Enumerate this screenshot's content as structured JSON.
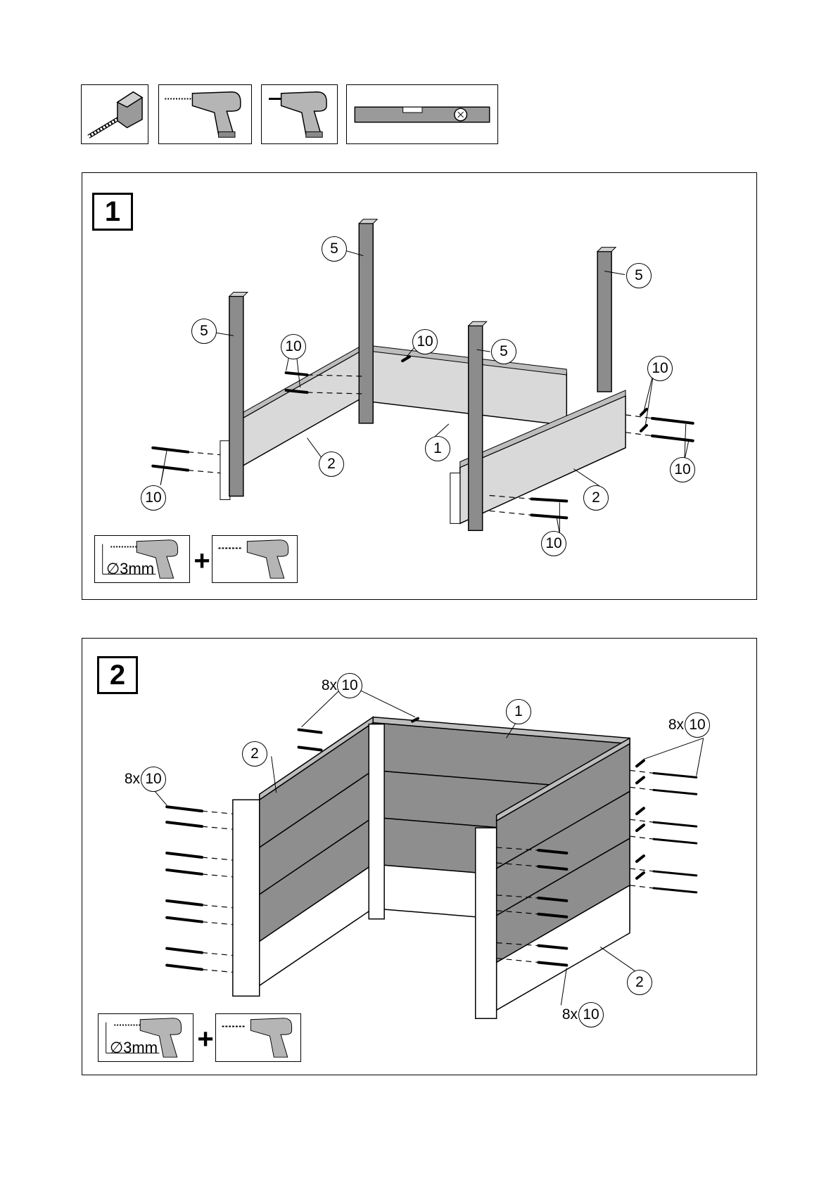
{
  "tools": [
    {
      "icon": "tape-measure-icon"
    },
    {
      "icon": "power-drill-icon"
    },
    {
      "icon": "screwdriver-drill-icon"
    },
    {
      "icon": "spirit-level-icon"
    }
  ],
  "step1": {
    "number": "1",
    "callouts": {
      "post_a": "5",
      "post_b": "5",
      "post_c": "5",
      "post_d": "5",
      "screw_a": "10",
      "screw_b": "10",
      "screw_c": "10",
      "screw_d": "10",
      "screw_e": "10",
      "screw_f": "10",
      "back_board": "1",
      "side_left": "2",
      "side_right": "2"
    },
    "drill": {
      "bit_label": "∅3mm",
      "plus": "+"
    }
  },
  "step2": {
    "number": "2",
    "callouts": {
      "screws_top": "10",
      "screws_right": "10",
      "screws_left": "10",
      "screws_bottom": "10",
      "back_board": "1",
      "side_left": "2",
      "side_right": "2"
    },
    "qty": {
      "top": "8x",
      "right": "8x",
      "left": "8x",
      "bottom": "8x"
    },
    "drill": {
      "bit_label": "∅3mm",
      "plus": "+"
    }
  },
  "colors": {
    "post": "#8c8c8c",
    "board": "#d9d9d9",
    "board_dark": "#8e8e8e",
    "outline": "#000000"
  }
}
